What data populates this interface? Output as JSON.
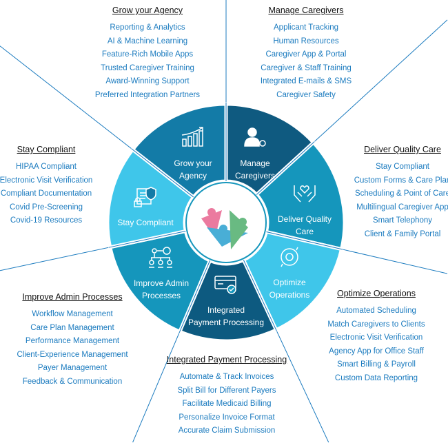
{
  "wheel": {
    "segments": [
      {
        "label": "Grow your Agency",
        "lines": [
          "Grow your",
          "Agency"
        ],
        "icon": "bar-chart-growth-icon",
        "color": "#0f5a80"
      },
      {
        "label": "Manage Caregivers",
        "lines": [
          "Manage",
          "Caregivers"
        ],
        "icon": "user-gear-icon",
        "color": "#1596bc"
      },
      {
        "label": "Deliver Quality Care",
        "lines": [
          "Deliver Quality",
          "Care"
        ],
        "icon": "heart-hands-icon",
        "color": "#3fc6ea"
      },
      {
        "label": "Optimize Operations",
        "lines": [
          "Optimize",
          "Operations"
        ],
        "icon": "gear-cycle-icon",
        "color": "#0d5a80"
      },
      {
        "label": "Integrated Payment Processing",
        "lines": [
          "Integrated",
          "Payment Processing"
        ],
        "icon": "credit-card-check-icon",
        "color": "#1596bc"
      },
      {
        "label": "Improve Admin Processes",
        "lines": [
          "Improve Admin",
          "Processes"
        ],
        "icon": "org-chart-gear-icon",
        "color": "#3fc6ea"
      },
      {
        "label": "Stay Compliant",
        "lines": [
          "Stay Compliant"
        ],
        "icon": "document-shield-lock-icon",
        "color": "#137ba7"
      }
    ],
    "line_color": "#1b7bbf"
  },
  "sections": {
    "grow": {
      "title": "Grow your Agency",
      "items": [
        "Reporting & Analytics",
        "AI & Machine Learning",
        "Feature-Rich Mobile Apps",
        "Trusted Caregiver Training",
        "Award-Winning Support",
        "Preferred Integration Partners"
      ]
    },
    "manage": {
      "title": "Manage Caregivers",
      "items": [
        "Applicant Tracking",
        "Human Resources",
        "Caregiver App & Portal",
        "Caregiver & Staff Training",
        "Integrated E-mails & SMS",
        "Caregiver Safety"
      ]
    },
    "stay": {
      "title": "Stay Compliant",
      "items": [
        "HIPAA Compliant",
        "Electronic Visit Verification",
        "Compliant Documentation",
        "Covid Pre-Screening",
        "Covid-19 Resources"
      ]
    },
    "deliver": {
      "title": "Deliver Quality Care",
      "items": [
        "Stay Compliant",
        "Custom Forms & Care Plan",
        "Scheduling & Point of Care",
        "Multilingual Caregiver App",
        "Smart Telephony",
        "Client & Family Portal"
      ]
    },
    "admin": {
      "title": "Improve Admin Processes",
      "items": [
        "Workflow Management",
        "Care Plan Management",
        "Performance Management",
        "Client-Experience Management",
        "Payer Management",
        "Feedback & Communication"
      ]
    },
    "optimize": {
      "title": "Optimize Operations",
      "items": [
        "Automated Scheduling",
        "Match Caregivers to Clients",
        "Electronic Visit Verification",
        "Agency App for Office Staff",
        "Smart Billing & Payroll",
        "Custom Data Reporting"
      ]
    },
    "payment": {
      "title": "Integrated Payment Processing",
      "items": [
        "Automate & Track Invoices",
        "Split Bill for Different Payers",
        "Facilitate Medicaid Billing",
        "Personalize Invoice Format",
        "Accurate Claim Submission"
      ]
    }
  }
}
